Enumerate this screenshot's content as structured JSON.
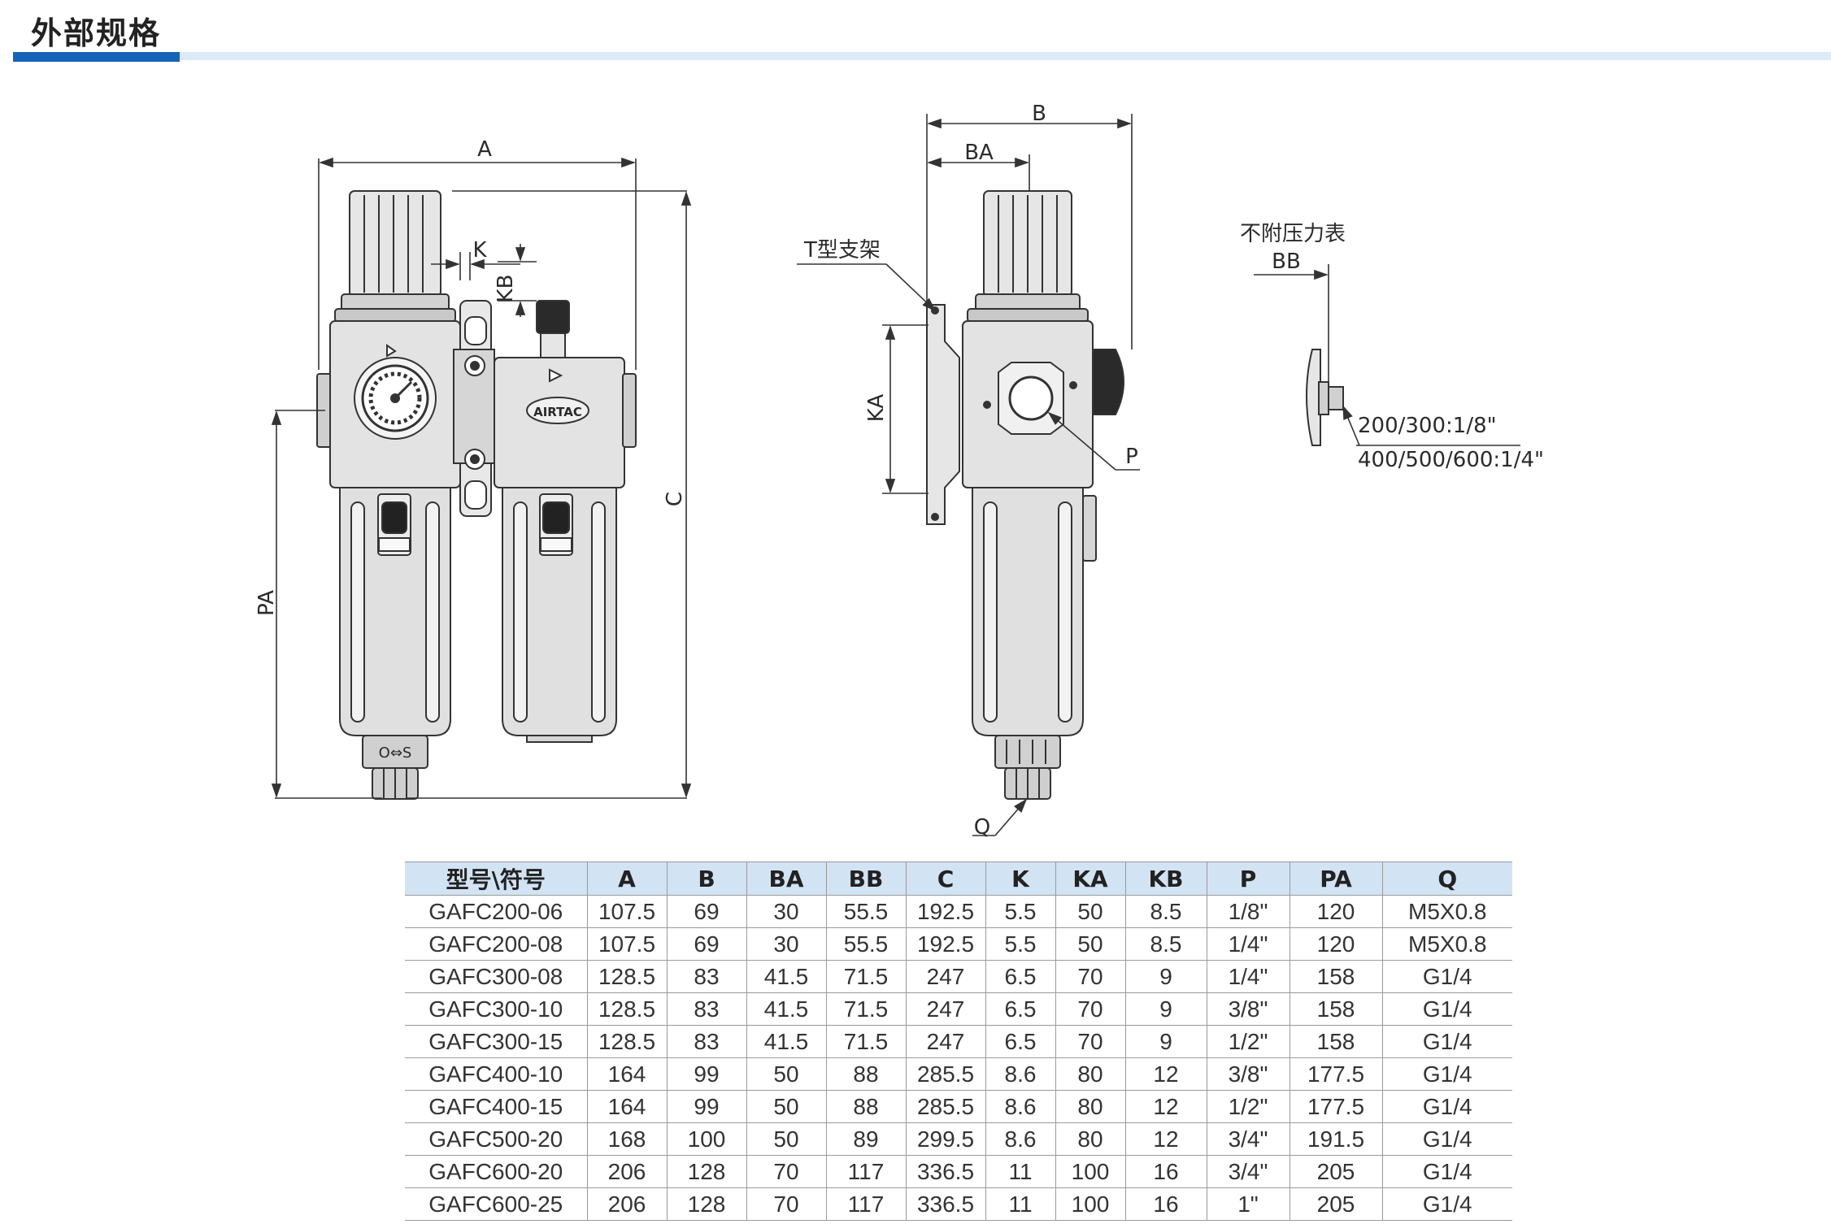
{
  "page_title": "外部规格",
  "dimension_labels": {
    "A": "A",
    "K": "K",
    "KB": "KB",
    "C": "C",
    "PA": "PA",
    "B": "B",
    "BA": "BA",
    "KA": "KA",
    "P": "P",
    "Q": "Q",
    "BB": "BB",
    "bracket": "T型支架",
    "brand": "AIRTAC"
  },
  "gauge_note": {
    "title": "不附压力表",
    "line1": "200/300:1/8\"",
    "line2": "400/500/600:1/4\""
  },
  "table": {
    "headers": [
      "型号\\符号",
      "A",
      "B",
      "BA",
      "BB",
      "C",
      "K",
      "KA",
      "KB",
      "P",
      "PA",
      "Q"
    ],
    "rows": [
      [
        "GAFC200-06",
        "107.5",
        "69",
        "30",
        "55.5",
        "192.5",
        "5.5",
        "50",
        "8.5",
        "1/8\"",
        "120",
        "M5X0.8"
      ],
      [
        "GAFC200-08",
        "107.5",
        "69",
        "30",
        "55.5",
        "192.5",
        "5.5",
        "50",
        "8.5",
        "1/4\"",
        "120",
        "M5X0.8"
      ],
      [
        "GAFC300-08",
        "128.5",
        "83",
        "41.5",
        "71.5",
        "247",
        "6.5",
        "70",
        "9",
        "1/4\"",
        "158",
        "G1/4"
      ],
      [
        "GAFC300-10",
        "128.5",
        "83",
        "41.5",
        "71.5",
        "247",
        "6.5",
        "70",
        "9",
        "3/8\"",
        "158",
        "G1/4"
      ],
      [
        "GAFC300-15",
        "128.5",
        "83",
        "41.5",
        "71.5",
        "247",
        "6.5",
        "70",
        "9",
        "1/2\"",
        "158",
        "G1/4"
      ],
      [
        "GAFC400-10",
        "164",
        "99",
        "50",
        "88",
        "285.5",
        "8.6",
        "80",
        "12",
        "3/8\"",
        "177.5",
        "G1/4"
      ],
      [
        "GAFC400-15",
        "164",
        "99",
        "50",
        "88",
        "285.5",
        "8.6",
        "80",
        "12",
        "1/2\"",
        "177.5",
        "G1/4"
      ],
      [
        "GAFC500-20",
        "168",
        "100",
        "50",
        "89",
        "299.5",
        "8.6",
        "80",
        "12",
        "3/4\"",
        "191.5",
        "G1/4"
      ],
      [
        "GAFC600-20",
        "206",
        "128",
        "70",
        "117",
        "336.5",
        "11",
        "100",
        "16",
        "3/4\"",
        "205",
        "G1/4"
      ],
      [
        "GAFC600-25",
        "206",
        "128",
        "70",
        "117",
        "336.5",
        "11",
        "100",
        "16",
        "1\"",
        "205",
        "G1/4"
      ]
    ]
  }
}
